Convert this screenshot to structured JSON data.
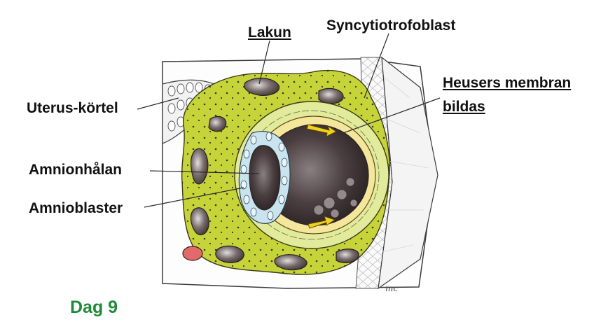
{
  "labels": {
    "lakun": "Lakun",
    "syncytiotrofoblast": "Syncytiotrofoblast",
    "heusers_line1": "Heusers membran",
    "heusers_line2": "bildas",
    "uterus_kortel": "Uterus-körtel",
    "amnionhalan": "Amnionhålan",
    "amnioblaster": "Amnioblaster"
  },
  "day_label": "Dag 9",
  "artist_signature": "mc",
  "colors": {
    "syncytio": "#c6d43a",
    "cyto": "#e2ea9c",
    "yolk": "#f4e69a",
    "amnion": "#c9e3ef",
    "lacuna": "#5a4a4a",
    "day_label": "#1f8a3a",
    "rbc": "#e26a6a"
  }
}
